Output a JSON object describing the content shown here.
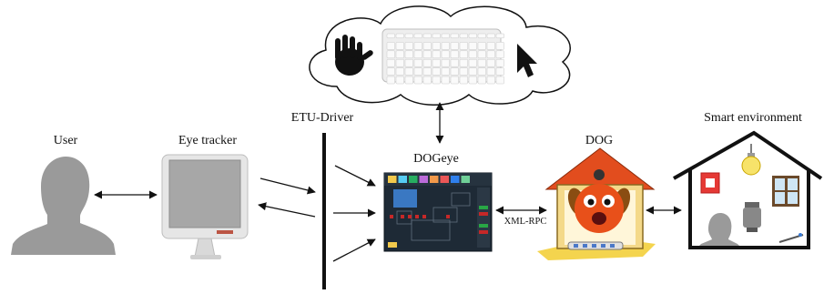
{
  "labels": {
    "user": "User",
    "eye_tracker": "Eye tracker",
    "etu_driver": "ETU-Driver",
    "dogeye": "DOGeye",
    "dog": "DOG",
    "smart_environment": "Smart environment",
    "xml_rpc": "XML-RPC"
  },
  "icons": {
    "cloud_inputs": [
      "hand-icon",
      "keyboard-icon",
      "mouse-cursor-icon"
    ],
    "user": "user-silhouette-icon",
    "eye_tracker": "eye-tracker-monitor-icon",
    "dogeye": "dogeye-screenshot-icon",
    "dog": "dog-gateway-icon",
    "smart_environment": "smart-home-icon"
  },
  "colors": {
    "stroke": "#111111",
    "silhouette": "#9a9a9a",
    "dog_orange": "#e8501a",
    "house_yellow": "#f5d44a",
    "dogeye_bg": "#1e2a36"
  }
}
